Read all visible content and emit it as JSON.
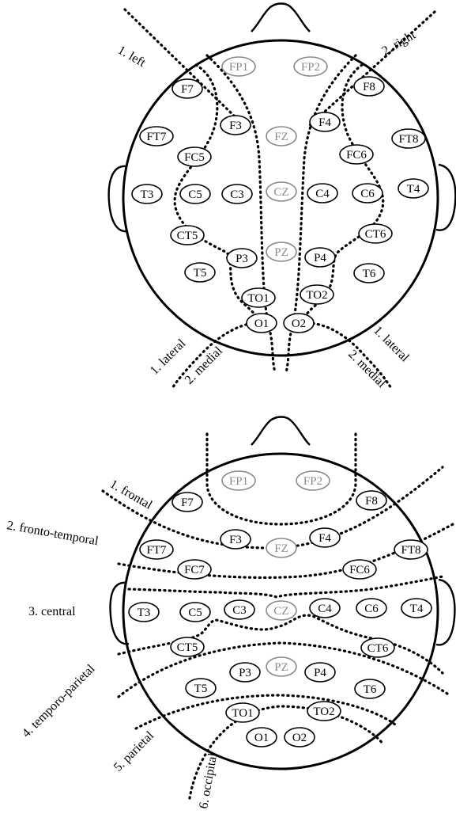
{
  "diagram1": {
    "labels": {
      "left": "1. left",
      "right": "2. right",
      "lateral_left": "1. lateral",
      "medial_left": "2. medial",
      "medial_right": "2. medial",
      "lateral_right": "1. lateral"
    },
    "electrodes": [
      {
        "id": "FP1",
        "midline": true
      },
      {
        "id": "FP2",
        "midline": true
      },
      {
        "id": "F7"
      },
      {
        "id": "F8"
      },
      {
        "id": "F3"
      },
      {
        "id": "FZ",
        "midline": true
      },
      {
        "id": "F4"
      },
      {
        "id": "FT7"
      },
      {
        "id": "FT8"
      },
      {
        "id": "FC5"
      },
      {
        "id": "FC6"
      },
      {
        "id": "T3"
      },
      {
        "id": "C5"
      },
      {
        "id": "C3"
      },
      {
        "id": "CZ",
        "midline": true
      },
      {
        "id": "C4"
      },
      {
        "id": "C6"
      },
      {
        "id": "T4"
      },
      {
        "id": "CT5"
      },
      {
        "id": "CT6"
      },
      {
        "id": "P3"
      },
      {
        "id": "PZ",
        "midline": true
      },
      {
        "id": "P4"
      },
      {
        "id": "T5"
      },
      {
        "id": "T6"
      },
      {
        "id": "TO1"
      },
      {
        "id": "TO2"
      },
      {
        "id": "O1"
      },
      {
        "id": "O2"
      }
    ]
  },
  "diagram2": {
    "labels": {
      "frontal": "1. frontal",
      "fronto_temporal": "2. fronto-temporal",
      "central": "3. central",
      "temporo_parietal": "4. temporo-parietal",
      "parietal": "5. parietal",
      "occipital": "6. occipital"
    },
    "electrodes": [
      {
        "id": "FP1",
        "midline": true
      },
      {
        "id": "FP2",
        "midline": true
      },
      {
        "id": "F7"
      },
      {
        "id": "F8"
      },
      {
        "id": "F3"
      },
      {
        "id": "FZ",
        "midline": true
      },
      {
        "id": "F4"
      },
      {
        "id": "FT7"
      },
      {
        "id": "FT8"
      },
      {
        "id": "FC7"
      },
      {
        "id": "FC6"
      },
      {
        "id": "T3"
      },
      {
        "id": "C5"
      },
      {
        "id": "C3"
      },
      {
        "id": "CZ",
        "midline": true
      },
      {
        "id": "C4"
      },
      {
        "id": "C6"
      },
      {
        "id": "T4"
      },
      {
        "id": "CT5"
      },
      {
        "id": "CT6"
      },
      {
        "id": "P3"
      },
      {
        "id": "PZ",
        "midline": true
      },
      {
        "id": "P4"
      },
      {
        "id": "T5"
      },
      {
        "id": "T6"
      },
      {
        "id": "TO1"
      },
      {
        "id": "TO2"
      },
      {
        "id": "O1"
      },
      {
        "id": "O2"
      }
    ]
  }
}
